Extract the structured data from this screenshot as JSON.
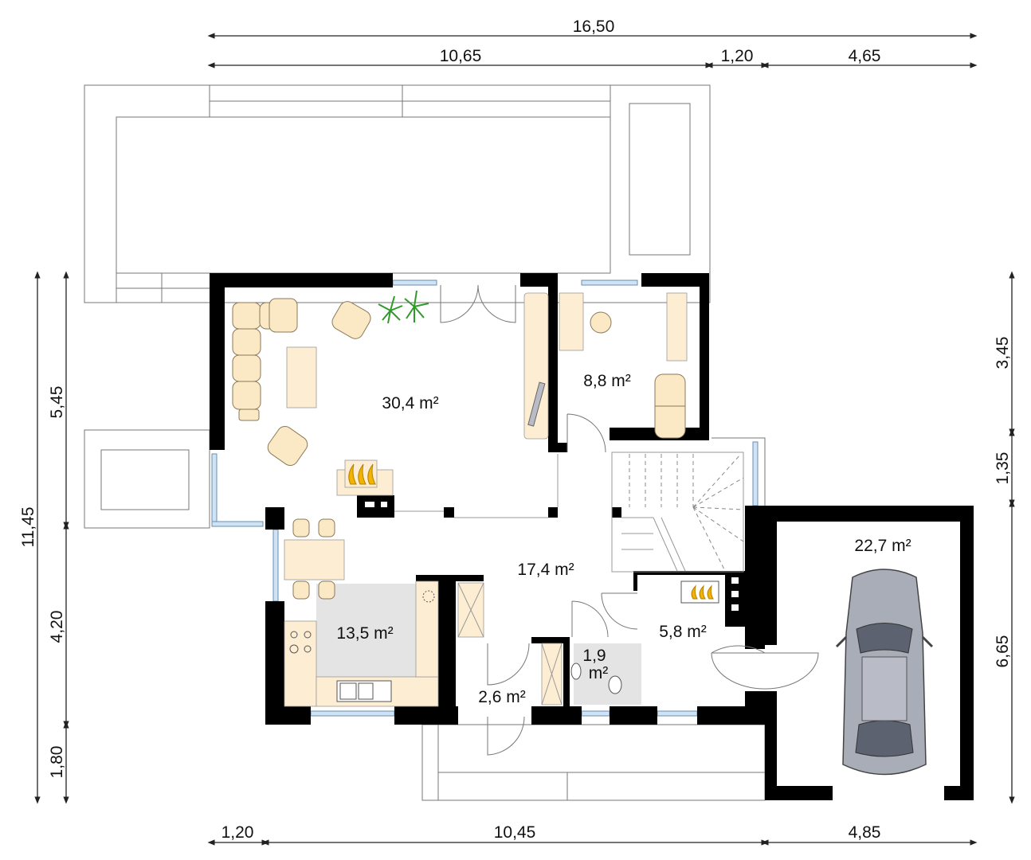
{
  "dimensions": {
    "top_total": "16,50",
    "top_a": "10,65",
    "top_b": "1,20",
    "top_c": "4,65",
    "left_total": "11,45",
    "left_a": "5,45",
    "left_b": "4,20",
    "left_c": "1,80",
    "right_a": "3,45",
    "right_b": "1,35",
    "right_c": "6,65",
    "bottom_a": "1,20",
    "bottom_b": "10,45",
    "bottom_c": "4,85"
  },
  "rooms": {
    "living": "30,4 m²",
    "study": "8,8 m²",
    "hall": "17,4 m²",
    "kitchen": "13,5 m²",
    "utility": "5,8 m²",
    "wc_line1": "1,9",
    "wc_line2": "m²",
    "vestibule": "2,6 m²",
    "garage": "22,7 m²"
  },
  "colors": {
    "wall": "#000000",
    "furniture": "#fbe8c4",
    "window": "#cfe3f5",
    "wet_area": "#e6e6e6",
    "flame": "#f2b400",
    "plant": "#2f9a2a",
    "car": "#a9adb8"
  }
}
